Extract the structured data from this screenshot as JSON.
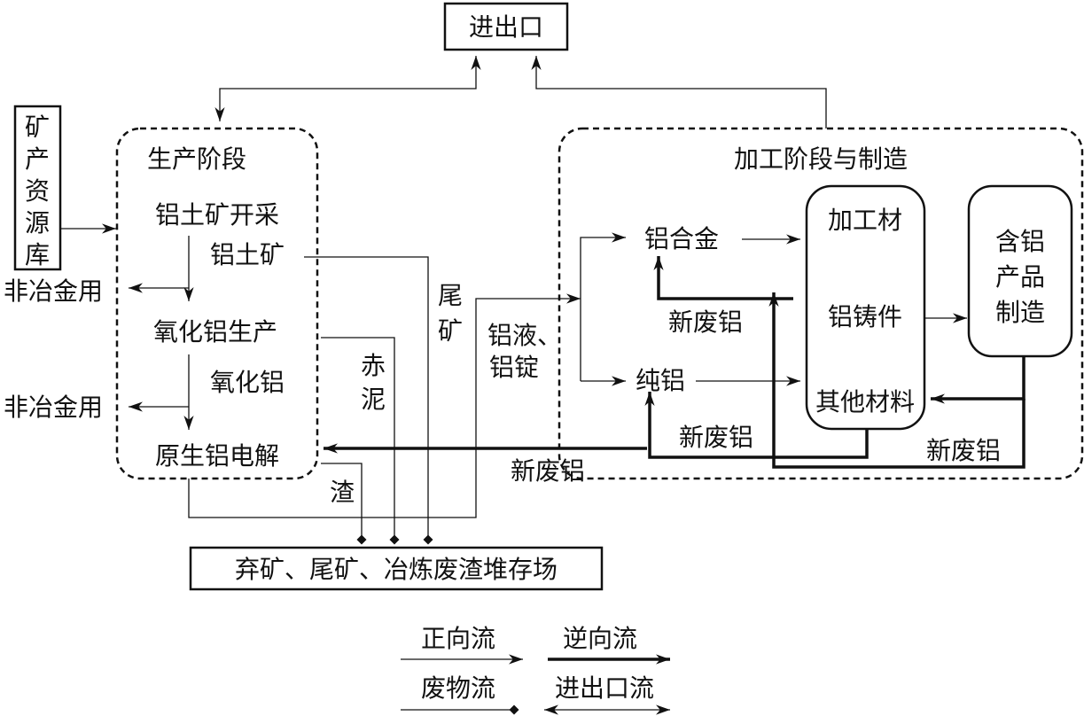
{
  "nodes": {
    "import_export": "进出口",
    "mineral_resource": [
      "矿",
      "产",
      "资",
      "源",
      "库"
    ],
    "non_metallurgical_1": "非冶金用",
    "non_metallurgical_2": "非冶金用",
    "production_stage": "生产阶段",
    "bauxite_mining": "铝土矿开采",
    "bauxite": "铝土矿",
    "alumina_production": "氧化铝生产",
    "alumina": "氧化铝",
    "primary_electrolysis": "原生铝电解",
    "processing_stage": "加工阶段与制造",
    "aluminum_alloy": "铝合金",
    "pure_aluminum": "纯铝",
    "processed_material": "加工材",
    "aluminum_casting": "铝铸件",
    "other_materials": "其他材料",
    "aluminum_products": [
      "含铝",
      "产品",
      "制造"
    ],
    "storage_yard": "弃矿、尾矿、冶炼废渣堆存场"
  },
  "flow_labels": {
    "tailings": [
      "尾",
      "矿"
    ],
    "red_mud": [
      "赤",
      "泥"
    ],
    "slag": "渣",
    "molten_ingot": [
      "铝液、",
      "铝锭"
    ],
    "new_scrap_1": "新废铝",
    "new_scrap_2": "新废铝",
    "new_scrap_3": "新废铝",
    "new_scrap_4": "新废铝"
  },
  "legend": {
    "forward": "正向流",
    "reverse": "逆向流",
    "waste": "废物流",
    "trade": "进出口流"
  }
}
